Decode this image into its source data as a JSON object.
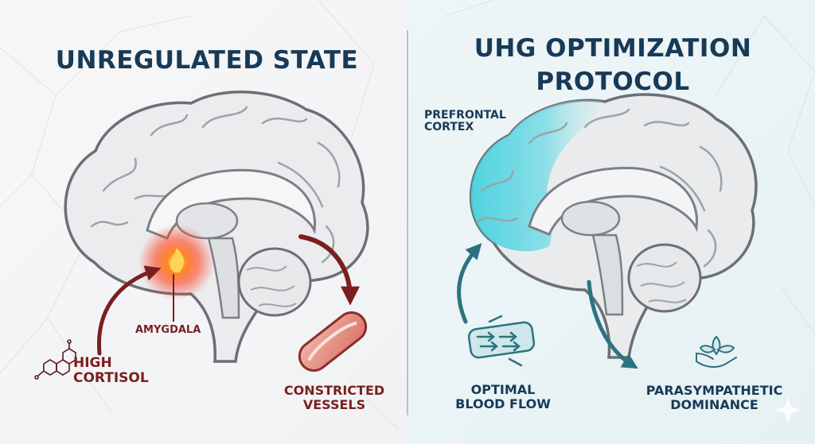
{
  "left_panel": {
    "title": "UNREGULATED STATE",
    "amygdala_label": "AMYGDALA",
    "cortisol_label": "HIGH CORTISOL",
    "vessels_label": "CONSTRICTED VESSELS"
  },
  "right_panel": {
    "title": "UHG OPTIMIZATION PROTOCOL",
    "pfc_label": "PREFRONTAL CORTEX",
    "blood_flow_label": "OPTIMAL BLOOD FLOW",
    "parasympathetic_label": "PARASYMPATHETIC DOMINANCE"
  },
  "colors": {
    "title": "#173a57",
    "stress_accent": "#7a1f1f",
    "amygdala_glow": "#ff4a1f",
    "pfc_glow": "#3ed0de",
    "calm_accent": "#2c7380"
  },
  "icons": [
    "cortisol-molecule-icon",
    "constricted-vessel-icon",
    "blood-flow-icon",
    "hand-leaves-icon",
    "sparkle-icon"
  ]
}
